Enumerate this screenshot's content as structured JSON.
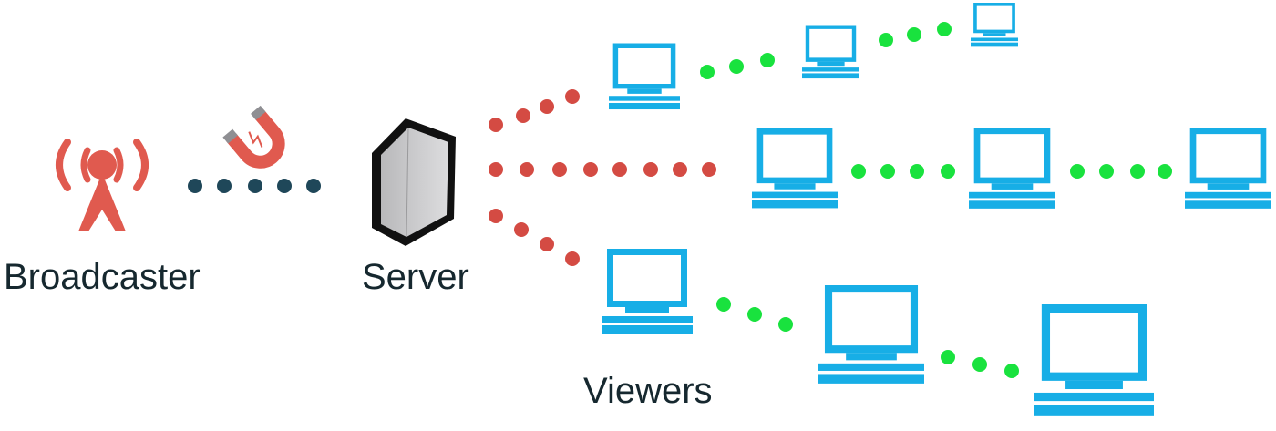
{
  "labels": {
    "broadcaster": "Broadcaster",
    "server": "Server",
    "viewers": "Viewers"
  },
  "icons": {
    "broadcaster": "radio-tower-icon",
    "ingest": "magnet-icon",
    "server": "server-icon",
    "viewer": "monitor-icon"
  },
  "colors": {
    "broadcaster": "#e05a4f",
    "ingest_dots": "#1f4759",
    "server_dots": "#d44b43",
    "peer_dots": "#19e23e",
    "monitor": "#17aee6",
    "server_body": "#c7c7c9",
    "label_text": "#16282f"
  },
  "dot_links": [
    {
      "from": "broadcaster",
      "to": "server",
      "color": "ingest_dots"
    },
    {
      "from": "server",
      "to": "viewer-1",
      "color": "server_dots"
    },
    {
      "from": "server",
      "to": "viewer-2",
      "color": "server_dots"
    },
    {
      "from": "server",
      "to": "viewer-3",
      "color": "server_dots"
    },
    {
      "from": "viewer-1",
      "to": "viewer-4",
      "color": "peer_dots"
    },
    {
      "from": "viewer-4",
      "to": "viewer-5",
      "color": "peer_dots"
    },
    {
      "from": "viewer-2",
      "to": "viewer-6",
      "color": "peer_dots"
    },
    {
      "from": "viewer-6",
      "to": "viewer-7",
      "color": "peer_dots"
    },
    {
      "from": "viewer-3",
      "to": "viewer-8",
      "color": "peer_dots"
    },
    {
      "from": "viewer-8",
      "to": "viewer-9",
      "color": "peer_dots"
    }
  ]
}
